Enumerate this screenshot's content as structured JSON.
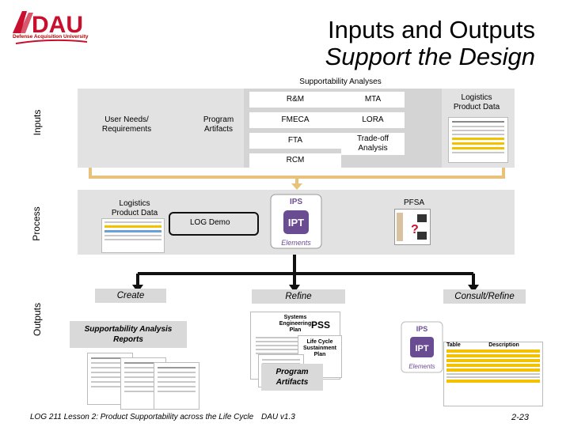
{
  "header": {
    "logo_text": "DAU",
    "logo_subtitle": "Defense Acquisition University",
    "title_line1": "Inputs and Outputs",
    "title_line2": "Support the Design"
  },
  "bands": {
    "inputs_label": "Inputs",
    "process_label": "Process",
    "outputs_label": "Outputs"
  },
  "inputs": {
    "group_title": "Supportability Analyses",
    "user_needs": "User Needs/\nRequirements",
    "program_artifacts": "Program\nArtifacts",
    "analyses": [
      "R&M",
      "MTA",
      "FMECA",
      "LORA",
      "FTA",
      "Trade-off\nAnalysis",
      "RCM"
    ],
    "logistics_product_data": "Logistics\nProduct Data"
  },
  "process": {
    "logistics_product_data": "Logistics\nProduct Data",
    "log_demo": "LOG Demo",
    "pfsa": "PFSA",
    "ips_top": "IPS",
    "ipt": "IPT",
    "elements": "Elements"
  },
  "outputs": {
    "create": "Create",
    "refine": "Refine",
    "consult_refine": "Consult/Refine",
    "supportability_reports": "Supportability Analysis\nReports",
    "sep": "Systems\nEngineering\nPlan",
    "pss": "PSS",
    "lcsp": "Life Cycle\nSustainment\nPlan",
    "program_artifacts": "Program\nArtifacts",
    "table_header_left": "Table",
    "table_header_right": "Description"
  },
  "footer": {
    "course": "LOG 211 Lesson 2: Product Supportability across the Life Cycle",
    "version": "DAU v1.3",
    "page": "2-23"
  },
  "colors": {
    "dau_red": "#c8102e",
    "arrow": "#111111",
    "band_gray": "#e2e2e2",
    "connector": "#e8c27a",
    "ipt_purple": "#6a4c93"
  }
}
